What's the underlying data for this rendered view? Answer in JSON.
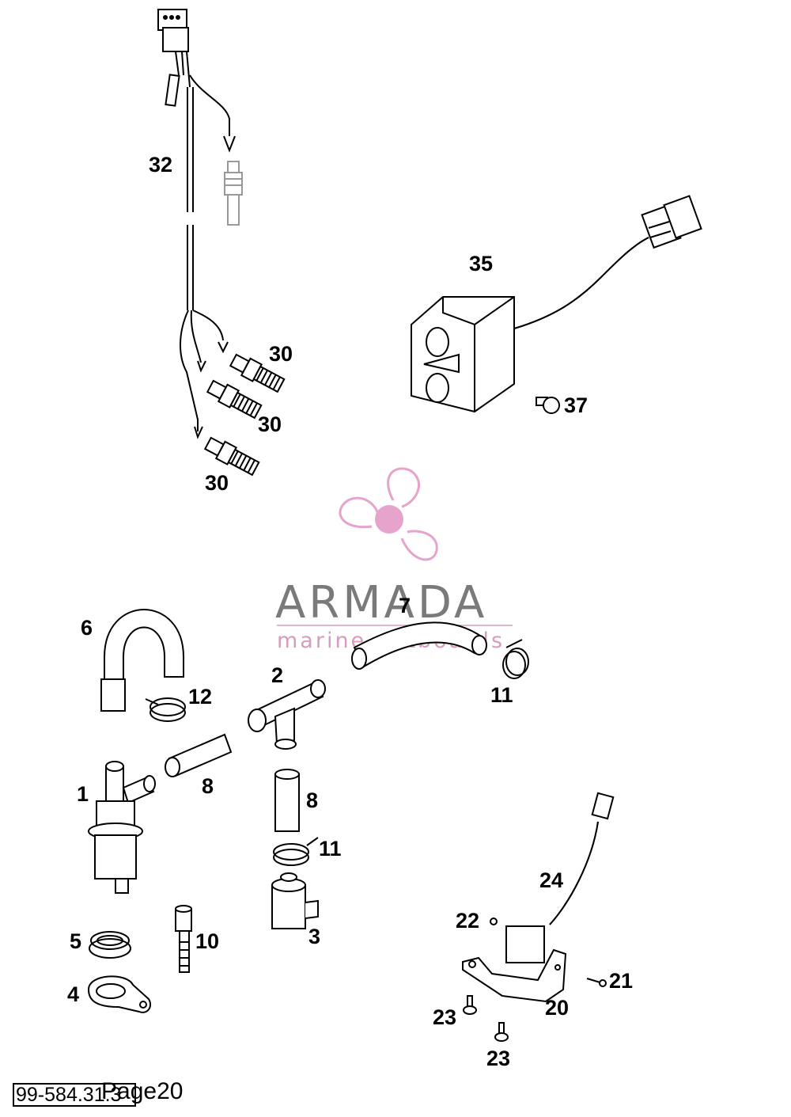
{
  "callouts": {
    "p32": "32",
    "p35": "35",
    "p37": "37",
    "p30a": "30",
    "p30b": "30",
    "p30c": "30",
    "p6": "6",
    "p12": "12",
    "p2": "2",
    "p7": "7",
    "p11a": "11",
    "p1": "1",
    "p8a": "8",
    "p8b": "8",
    "p11b": "11",
    "p24": "24",
    "p22": "22",
    "p21": "21",
    "p20": "20",
    "p10": "10",
    "p5": "5",
    "p4": "4",
    "p3": "3",
    "p23a": "23",
    "p23b": "23"
  },
  "watermark": {
    "brand": "ARMADA",
    "tagline": "marine outboards",
    "logo_icon": "propeller-logo-icon",
    "brand_color": "#7a7a7a",
    "accent_color": "#e6a3cc"
  },
  "footer": {
    "code": "99-584.31.3",
    "page": "Page20"
  }
}
